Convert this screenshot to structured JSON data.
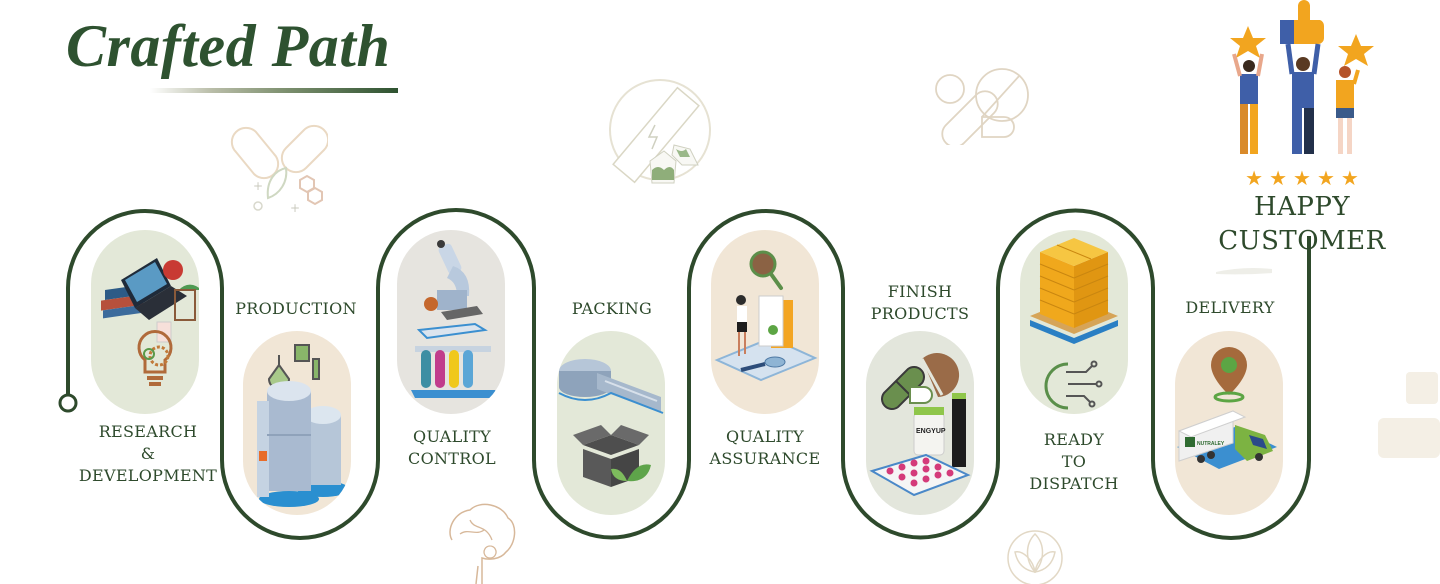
{
  "header": {
    "title": "Crafted Path"
  },
  "colors": {
    "path": "#2e4a2c",
    "title": "#2e5230",
    "pill_green": "#e3e8d8",
    "pill_beige": "#f1e6d6",
    "pill_grey": "#e6e4df",
    "star": "#f2a51f"
  },
  "steps": [
    {
      "id": "research",
      "label_lines": [
        "RESEARCH",
        "&",
        "DEVELOPMENT"
      ],
      "icon": "laptop-books-lightbulb-gear-icon"
    },
    {
      "id": "production",
      "label_lines": [
        "PRODUCTION"
      ],
      "icon": "flask-silo-machine-icon"
    },
    {
      "id": "quality-control",
      "label_lines": [
        "QUALITY",
        "CONTROL"
      ],
      "icon": "microscope-test-tubes-icon"
    },
    {
      "id": "packing",
      "label_lines": [
        "PACKING"
      ],
      "icon": "packing-machine-box-leaf-icon"
    },
    {
      "id": "quality-assurance",
      "label_lines": [
        "QUALITY",
        "ASSURANCE"
      ],
      "icon": "magnifier-inspector-document-icon"
    },
    {
      "id": "finish-products",
      "label_lines": [
        "FINISH",
        "PRODUCTS"
      ],
      "icon": "capsule-bottle-blister-icon",
      "product_brand": "ENGYUP"
    },
    {
      "id": "ready-to-dispatch",
      "label_lines": [
        "READY",
        "TO",
        "DISPATCH"
      ],
      "icon": "pallet-boxes-globe-circuit-icon"
    },
    {
      "id": "delivery",
      "label_lines": [
        "DELIVERY"
      ],
      "icon": "location-pin-truck-icon",
      "truck_brand": "NUTRALEY"
    }
  ],
  "final": {
    "label_lines": [
      "HAPPY",
      "CUSTOMER"
    ],
    "rating_stars": 5,
    "icon": "people-holding-stars-thumbs-up-icon"
  },
  "decorations": [
    "capsule-leaf-molecule-icon",
    "energy-bar-icon",
    "pills-outline-icon",
    "brain-outline-icon",
    "herbal-leaf-cross-icon"
  ]
}
